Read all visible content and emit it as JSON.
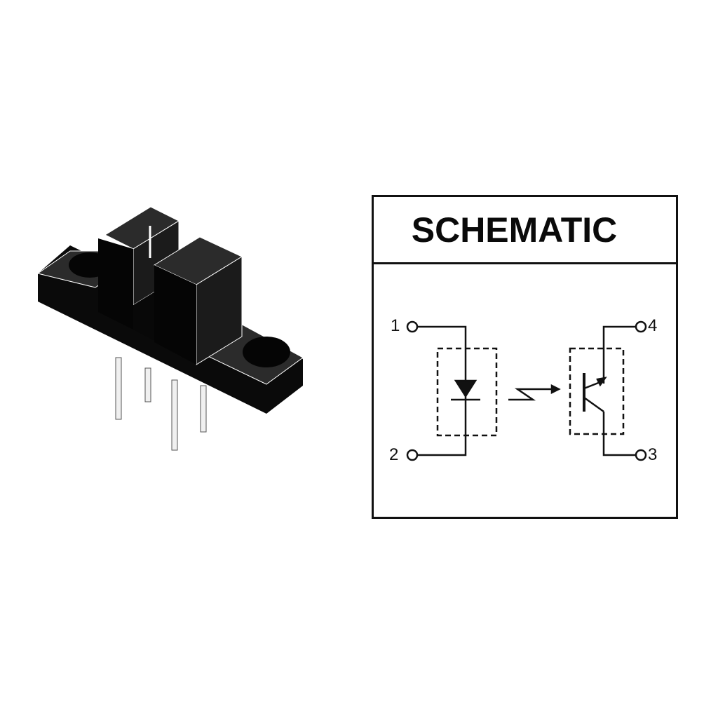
{
  "component": {
    "description": "Slotted optical switch package (isometric view)",
    "pin_count": 4,
    "mounting_holes": 2
  },
  "schematic": {
    "title": "SCHEMATIC",
    "pins": [
      {
        "number": "1",
        "side": "left",
        "position": "top"
      },
      {
        "number": "2",
        "side": "left",
        "position": "bottom"
      },
      {
        "number": "3",
        "side": "right",
        "position": "bottom"
      },
      {
        "number": "4",
        "side": "right",
        "position": "top"
      }
    ],
    "emitter": "LED (infrared diode)",
    "detector": "Phototransistor",
    "coupling": "Light arrow from emitter to detector"
  },
  "colors": {
    "line": "#111111",
    "body_dark": "#0a0a0a",
    "body_top": "#2b2b2b"
  }
}
